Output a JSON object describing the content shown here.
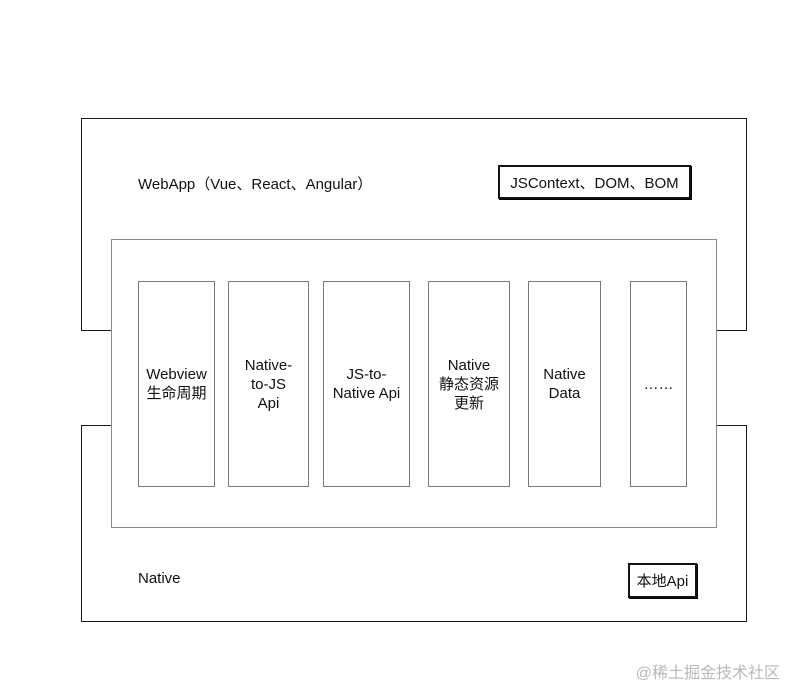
{
  "webapp": {
    "label": "WebApp（Vue、React、Angular）",
    "context_tag": "JSContext、DOM、BOM"
  },
  "native": {
    "label": "Native",
    "api_tag": "本地Api"
  },
  "bridge": {
    "columns": [
      {
        "id": "webview-lifecycle",
        "label": "Webview\n生命周期"
      },
      {
        "id": "native-to-js-api",
        "label": "Native-\nto-JS\nApi"
      },
      {
        "id": "js-to-native-api",
        "label": "JS-to-\nNative Api"
      },
      {
        "id": "native-static-resource-update",
        "label": "Native\n静态资源\n更新"
      },
      {
        "id": "native-data",
        "label": "Native\nData"
      },
      {
        "id": "more",
        "label": "……"
      }
    ]
  },
  "watermark": "@稀土掘金技术社区"
}
